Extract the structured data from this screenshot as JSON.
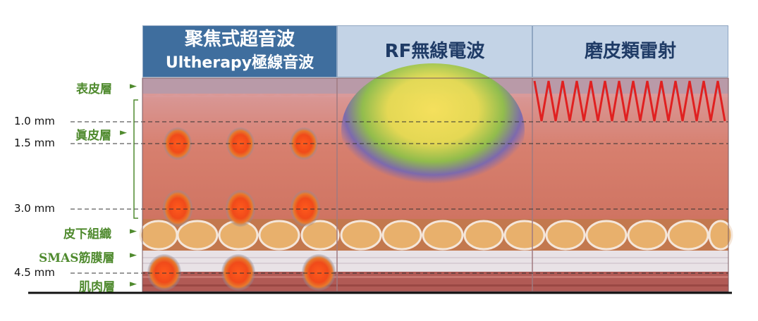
{
  "columns": [
    {
      "line1": "聚焦式超音波",
      "line2": "Ultherapy極線音波"
    },
    {
      "line1": "RF無線電波"
    },
    {
      "line1": "磨皮類雷射"
    }
  ],
  "layers": {
    "epidermis": "表皮層",
    "dermis": "眞皮層",
    "subcutaneous": "皮下組織",
    "smas": "SMAS筋膜層",
    "muscle": "肌肉層"
  },
  "depths": {
    "d1": "1.0 mm",
    "d2": "1.5 mm",
    "d3": "3.0 mm",
    "d4": "4.5 mm"
  },
  "colors": {
    "header_active": "#3f6e9e",
    "header_inactive": "#c3d3e6",
    "label_green": "#4f8a2e",
    "laser_red": "#e02020",
    "focal_orange": "#f04a1a"
  }
}
